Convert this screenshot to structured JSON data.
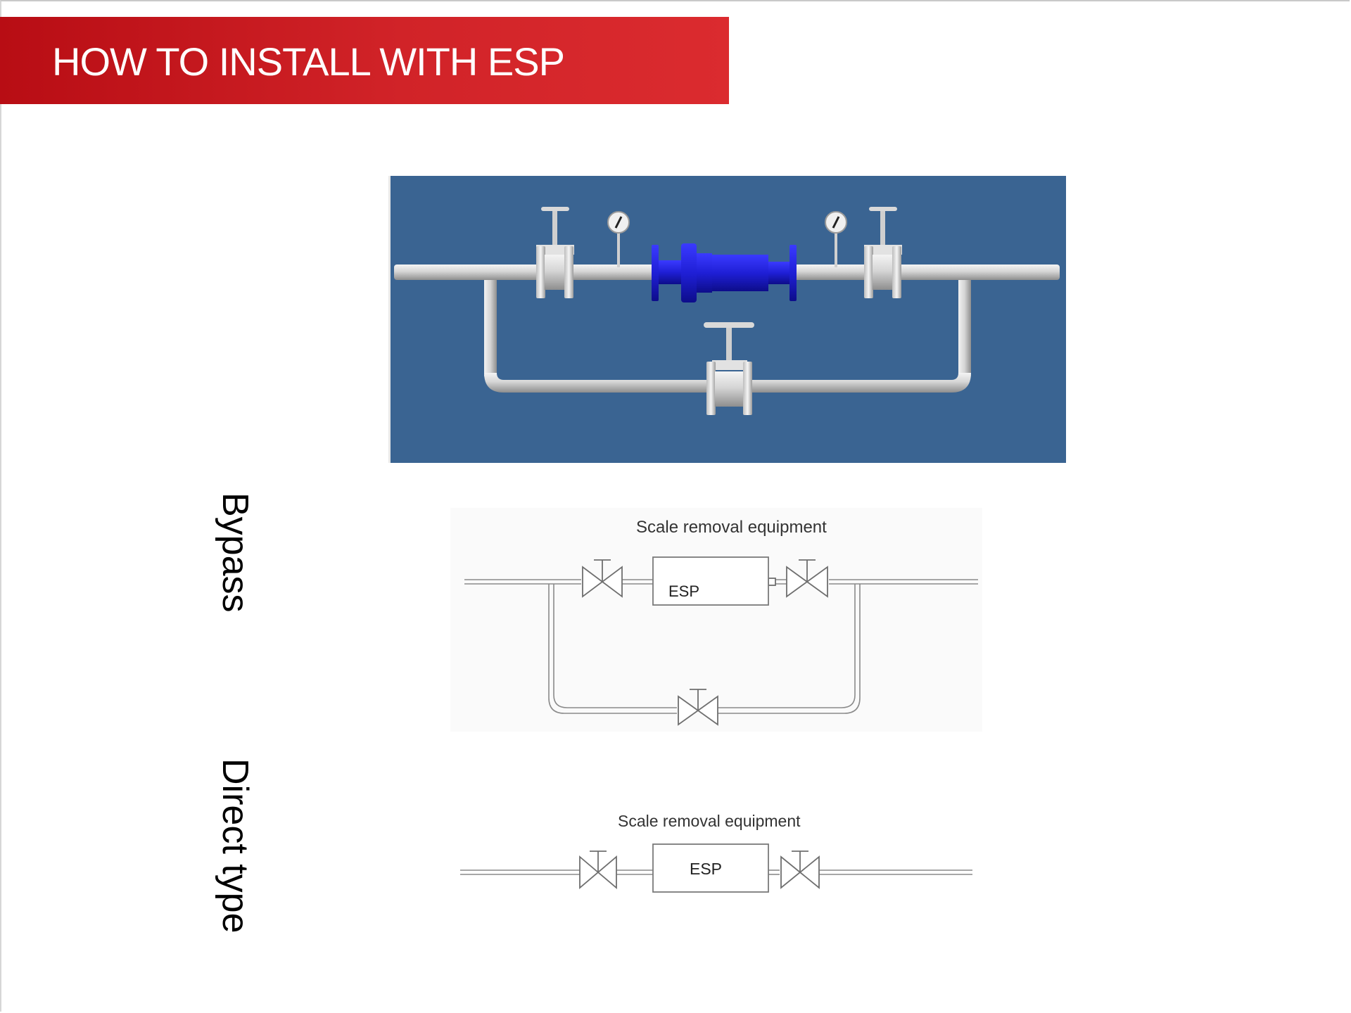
{
  "title": "HOW TO INSTALL WITH ESP",
  "labels": {
    "bypass": "Bypass",
    "direct": "Direct type"
  },
  "bypass_diagram": {
    "caption": "Scale removal equipment",
    "device": "ESP"
  },
  "direct_diagram": {
    "caption": "Scale removal equipment",
    "device": "ESP"
  },
  "colors": {
    "title_bar": "#d12328",
    "photo_background": "#3a6492",
    "esp_unit": "#1f1fd6",
    "pipe": "#d7d7d7"
  }
}
